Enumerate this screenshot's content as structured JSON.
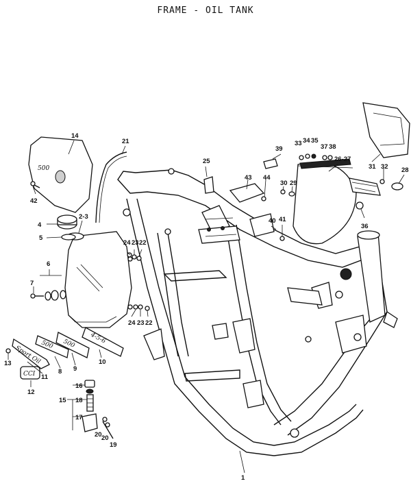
{
  "title": "FRAME - OIL TANK",
  "callouts": [
    "1",
    "2-3",
    "4",
    "5",
    "6",
    "7",
    "8",
    "9",
    "10",
    "11",
    "12",
    "13",
    "14",
    "15",
    "16",
    "17",
    "18",
    "19",
    "20",
    "20",
    "21",
    "22",
    "22",
    "23",
    "23",
    "24",
    "24",
    "25",
    "26-27",
    "28",
    "29",
    "30",
    "31",
    "32",
    "33",
    "34",
    "35",
    "36",
    "37",
    "38",
    "39",
    "40",
    "41",
    "42",
    "43",
    "44"
  ],
  "emblems": {
    "tank_cover_badge": "500",
    "badge_9": "500",
    "badge_8": "500",
    "badge_10": "4-5-6",
    "script_11": "Sport Oil",
    "badge_12": "CCI"
  }
}
